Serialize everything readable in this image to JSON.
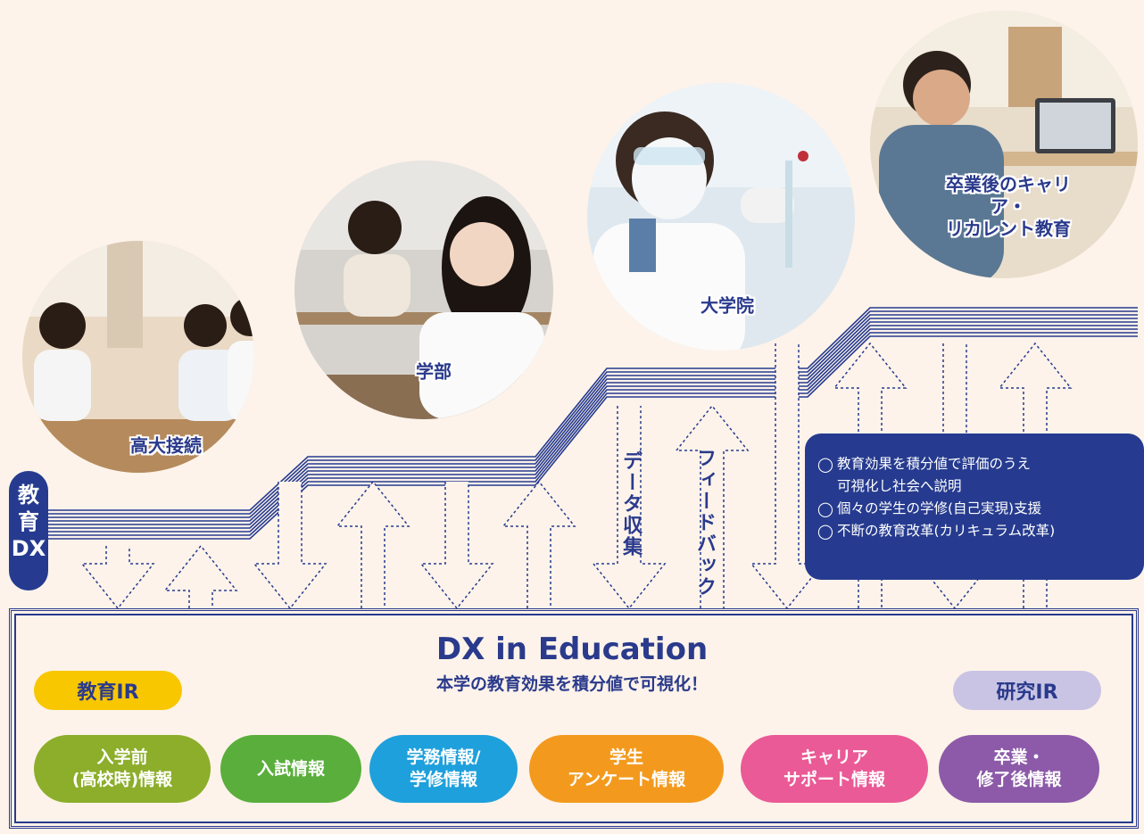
{
  "stages": [
    {
      "label": "高大接続"
    },
    {
      "label": "学部"
    },
    {
      "label": "大学院"
    },
    {
      "label": "卒業後のキャリア・\nリカレント教育"
    }
  ],
  "edu_dx_label": "教\n育\nDX",
  "arrows": {
    "collect_label": "データ収集",
    "feedback_label": "フィードバック"
  },
  "info_box": {
    "items": [
      "教育効果を積分値で評価のうえ\n可視化し社会へ説明",
      "個々の学生の学修(自己実現)支援",
      "不断の教育改革(カリキュラム改革)"
    ],
    "marker": "◯"
  },
  "main": {
    "title": "DX in Education",
    "subtitle": "本学の教育効果を積分値で可視化！",
    "left_pill": "教育IR",
    "right_pill": "研究IR"
  },
  "categories": [
    {
      "label": "入学前\n(高校時)情報",
      "color": "#8cae2a"
    },
    {
      "label": "入試情報",
      "color": "#5aae3c"
    },
    {
      "label": "学務情報/\n学修情報",
      "color": "#1ea0dc"
    },
    {
      "label": "学生\nアンケート情報",
      "color": "#f39a1e"
    },
    {
      "label": "キャリア\nサポート情報",
      "color": "#ea5a96"
    },
    {
      "label": "卒業・\n修了後情報",
      "color": "#8c5aa8"
    }
  ],
  "colors": {
    "navy": "#263b8f",
    "background": "#fdf3ea",
    "left_pill": "#f8c700",
    "right_pill": "#c9c4e4"
  }
}
